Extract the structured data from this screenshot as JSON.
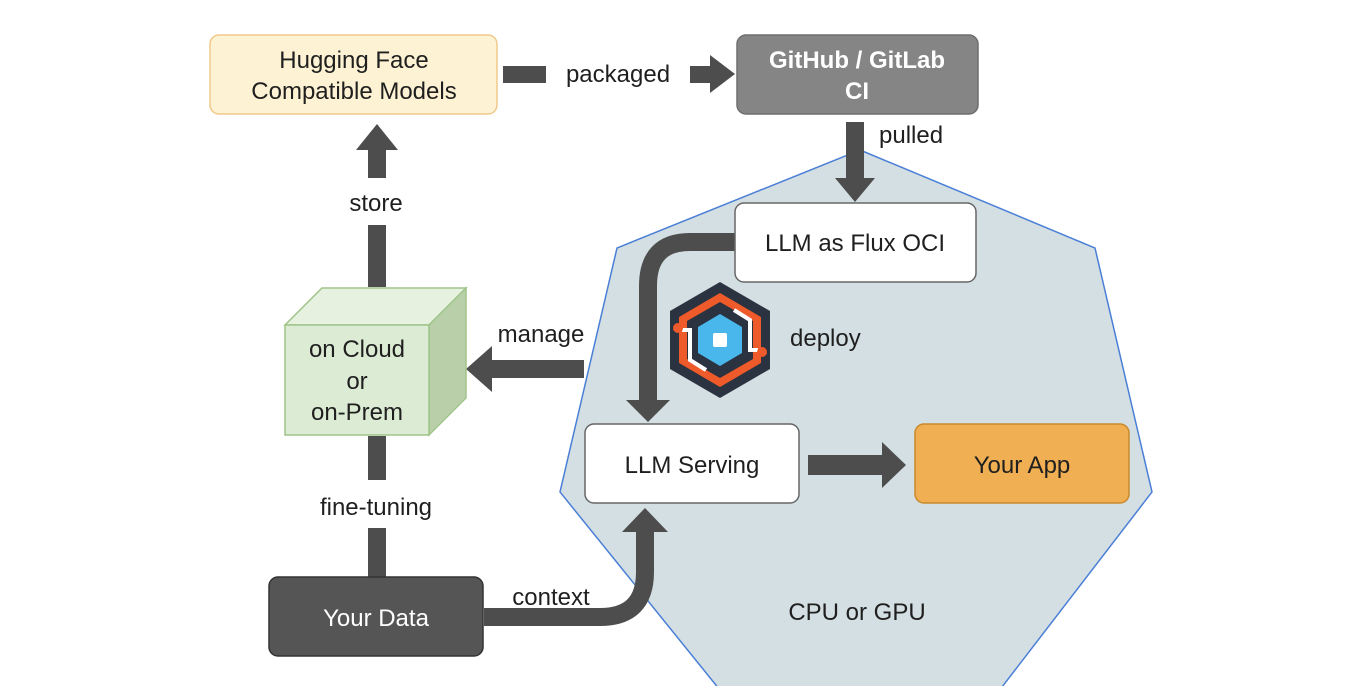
{
  "nodes": {
    "hf_models": {
      "lines": [
        "Hugging Face",
        "Compatible Models"
      ],
      "fill": "#fdf2d3",
      "stroke": "#f0c98a"
    },
    "ci": {
      "lines": [
        "GitHub / GitLab",
        "CI"
      ],
      "fill": "#858585",
      "stroke": "#6e6e6e"
    },
    "flux_oci": {
      "lines": [
        "LLM as Flux OCI"
      ],
      "fill": "#ffffff",
      "stroke": "#666666"
    },
    "cloud": {
      "lines": [
        "on Cloud",
        "or",
        "on-Prem"
      ],
      "fill": "#dcebd3",
      "stroke": "#9fc48a"
    },
    "serving": {
      "lines": [
        "LLM Serving"
      ],
      "fill": "#ffffff",
      "stroke": "#666666"
    },
    "your_app": {
      "lines": [
        "Your App"
      ],
      "fill": "#efaf52",
      "stroke": "#c98a2c"
    },
    "your_data": {
      "lines": [
        "Your Data"
      ],
      "fill": "#555555",
      "stroke": "#333333"
    }
  },
  "edge_labels": {
    "packaged": "packaged",
    "pulled": "pulled",
    "store": "store",
    "manage": "manage",
    "deploy": "deploy",
    "fine_tuning": "fine-tuning",
    "context": "context"
  },
  "region": {
    "label": "CPU or GPU",
    "fill": "#d4dfe3",
    "stroke": "#4a7fd6"
  },
  "arrow_color": "#4d4d4d",
  "logo": {
    "icon": "flux-logo-icon",
    "colors": [
      "#2b3240",
      "#ee5a2a",
      "#49b6ec",
      "#ffffff"
    ]
  }
}
